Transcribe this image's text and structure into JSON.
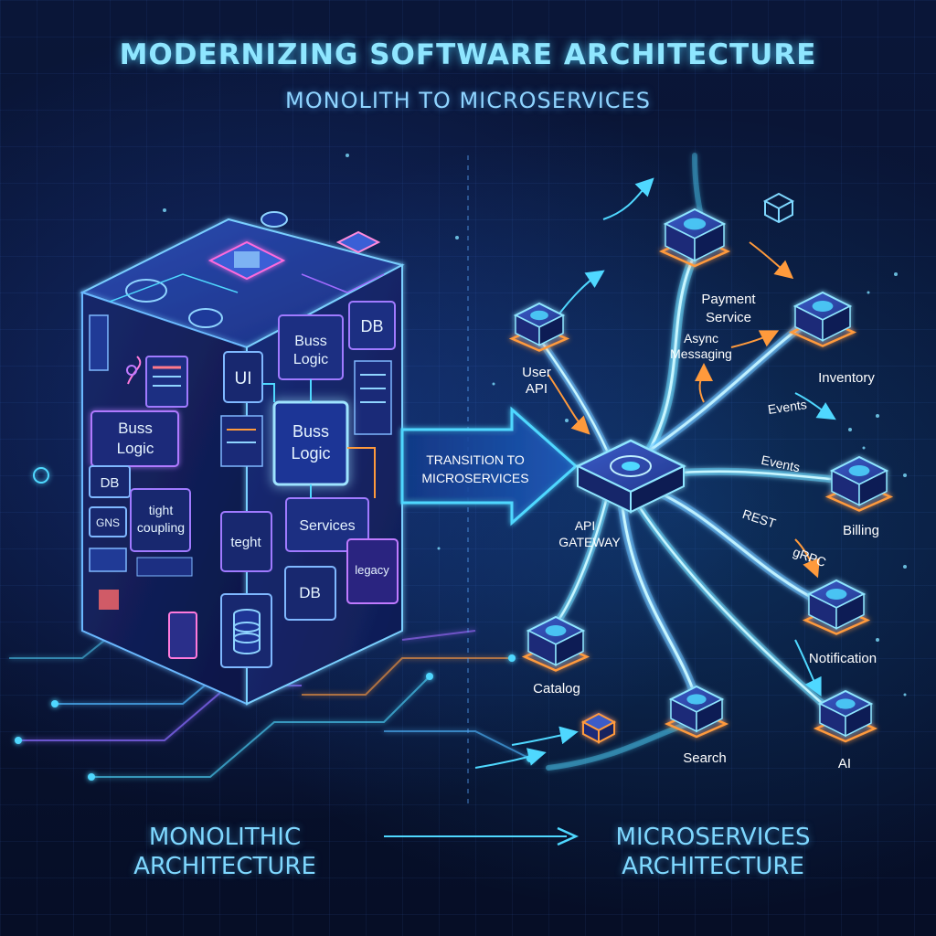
{
  "title": "MODERNIZING SOFTWARE ARCHITECTURE",
  "subtitle": "MONOLITH TO MICROSERVICES",
  "monolith": {
    "modules": {
      "ui": "UI",
      "buss_logic_top": [
        "Buss",
        "Logic"
      ],
      "db_top": "DB",
      "buss_logic_left": [
        "Buss",
        "Logic"
      ],
      "buss_logic_center": [
        "Buss",
        "Logic"
      ],
      "db_left": "DB",
      "gns": "GNS",
      "tight_coupling": [
        "tight",
        "coupling"
      ],
      "teght": "teght",
      "services": "Services",
      "db_bottom": "DB",
      "legacy": "legacy"
    },
    "footer": [
      "MONOLITHIC",
      "ARCHITECTURE"
    ]
  },
  "transition": {
    "label": [
      "TRANSITION TO",
      "MICROSERVICES"
    ]
  },
  "gateway": {
    "label": [
      "API",
      "GATEWAY"
    ]
  },
  "services": {
    "user_api": [
      "User",
      "API"
    ],
    "payment": [
      "Payment",
      "Service"
    ],
    "inventory": "Inventory",
    "billing": "Billing",
    "notification": "Notification",
    "catalog": "Catalog",
    "search": "Search",
    "ai": "AI"
  },
  "links": {
    "async": [
      "Async",
      "Messaging"
    ],
    "events_1": "Events",
    "events_2": "Events",
    "rest": "REST",
    "grpc": "gRPC"
  },
  "microservices_footer": [
    "MICROSERVICES",
    "ARCHITECTURE"
  ],
  "colors": {
    "accent_cyan": "#4fd8ff",
    "accent_orange": "#ff9a3c",
    "accent_purple": "#a06bff",
    "background": "#07112e"
  }
}
